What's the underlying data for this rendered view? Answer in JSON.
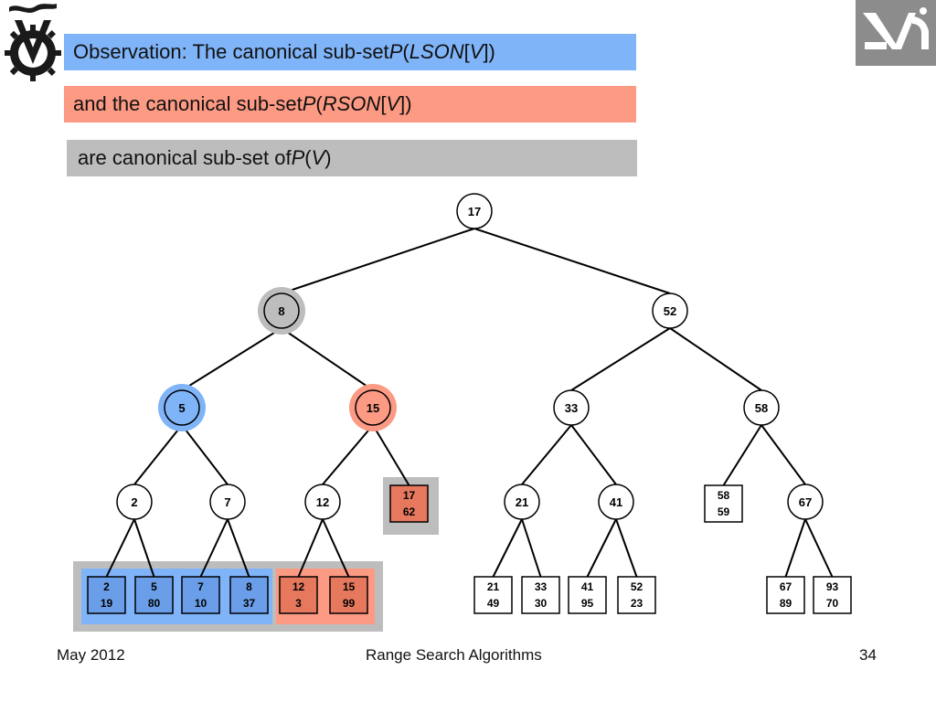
{
  "banners": {
    "line1": {
      "text": "Observation: The canonical sub-set ",
      "p": "P",
      "open": "(",
      "set": "LSON",
      "bracket_open": "[",
      "v": "V",
      "close": "])"
    },
    "line2": {
      "text": "and the canonical sub-set ",
      "p": "P",
      "open": "(",
      "set": "RSON",
      "bracket_open": "[",
      "v": "V",
      "close": "])"
    },
    "line3": {
      "text": "are canonical sub-set of ",
      "p": "P",
      "open": "(",
      "v": "V",
      "close": ")"
    }
  },
  "colors": {
    "blue": "#80b4f8",
    "salmon": "#fd9a84",
    "gray": "#bdbdbd",
    "leaf_blue": "#6b9ee8",
    "leaf_salmon": "#e6785e"
  },
  "tree": {
    "nodes": [
      {
        "id": "n17",
        "label": "17",
        "hl": ""
      },
      {
        "id": "n8",
        "label": "8",
        "hl": "gray"
      },
      {
        "id": "n52",
        "label": "52",
        "hl": ""
      },
      {
        "id": "n5",
        "label": "5",
        "hl": "blue"
      },
      {
        "id": "n15",
        "label": "15",
        "hl": "salmon"
      },
      {
        "id": "n33",
        "label": "33",
        "hl": ""
      },
      {
        "id": "n58",
        "label": "58",
        "hl": ""
      },
      {
        "id": "n2",
        "label": "2",
        "hl": ""
      },
      {
        "id": "n7",
        "label": "7",
        "hl": ""
      },
      {
        "id": "n12",
        "label": "12",
        "hl": ""
      },
      {
        "id": "n21",
        "label": "21",
        "hl": ""
      },
      {
        "id": "n41",
        "label": "41",
        "hl": ""
      },
      {
        "id": "n67",
        "label": "67",
        "hl": ""
      }
    ],
    "leaves": [
      {
        "id": "l2",
        "top": "2",
        "bottom": "19",
        "fill": "blue"
      },
      {
        "id": "l5",
        "top": "5",
        "bottom": "80",
        "fill": "blue"
      },
      {
        "id": "l7",
        "top": "7",
        "bottom": "10",
        "fill": "blue"
      },
      {
        "id": "l8",
        "top": "8",
        "bottom": "37",
        "fill": "blue"
      },
      {
        "id": "l12",
        "top": "12",
        "bottom": "3",
        "fill": "salmon"
      },
      {
        "id": "l15",
        "top": "15",
        "bottom": "99",
        "fill": "salmon"
      },
      {
        "id": "l17",
        "top": "17",
        "bottom": "62",
        "fill": "salmon"
      },
      {
        "id": "l21",
        "top": "21",
        "bottom": "49",
        "fill": ""
      },
      {
        "id": "l33",
        "top": "33",
        "bottom": "30",
        "fill": ""
      },
      {
        "id": "l41",
        "top": "41",
        "bottom": "95",
        "fill": ""
      },
      {
        "id": "l52",
        "top": "52",
        "bottom": "23",
        "fill": ""
      },
      {
        "id": "l58",
        "top": "58",
        "bottom": "59",
        "fill": ""
      },
      {
        "id": "l67",
        "top": "67",
        "bottom": "89",
        "fill": ""
      },
      {
        "id": "l93",
        "top": "93",
        "bottom": "70",
        "fill": ""
      }
    ],
    "edges": [
      [
        "n17",
        "n8"
      ],
      [
        "n17",
        "n52"
      ],
      [
        "n8",
        "n5"
      ],
      [
        "n8",
        "n15"
      ],
      [
        "n52",
        "n33"
      ],
      [
        "n52",
        "n58"
      ],
      [
        "n5",
        "n2"
      ],
      [
        "n5",
        "n7"
      ],
      [
        "n15",
        "n12"
      ],
      [
        "n15",
        "l17"
      ],
      [
        "n33",
        "n21"
      ],
      [
        "n33",
        "n41"
      ],
      [
        "n58",
        "l58"
      ],
      [
        "n58",
        "n67"
      ],
      [
        "n2",
        "l2"
      ],
      [
        "n2",
        "l5"
      ],
      [
        "n7",
        "l7"
      ],
      [
        "n7",
        "l8"
      ],
      [
        "n12",
        "l12"
      ],
      [
        "n12",
        "l15"
      ],
      [
        "n21",
        "l21"
      ],
      [
        "n21",
        "l33"
      ],
      [
        "n41",
        "l41"
      ],
      [
        "n41",
        "l52"
      ],
      [
        "n67",
        "l67"
      ],
      [
        "n67",
        "l93"
      ]
    ]
  },
  "footer": {
    "date": "May 2012",
    "title": "Range Search Algorithms",
    "page": "34"
  }
}
